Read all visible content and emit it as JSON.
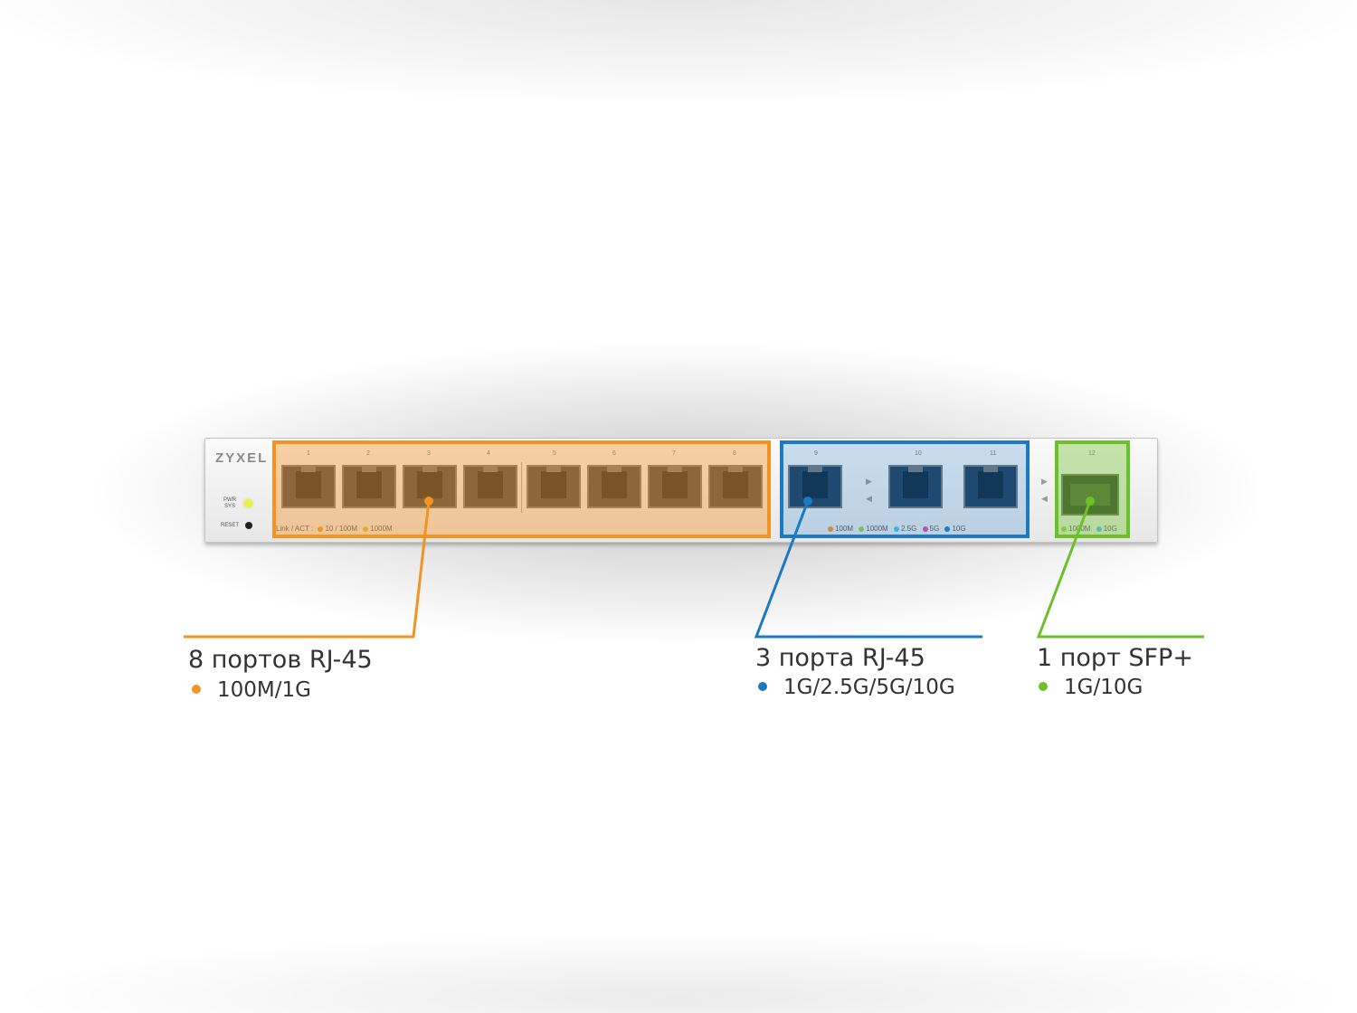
{
  "device": {
    "brand": "ZYXEL",
    "pwr_label": "PWR",
    "sys_label": "SYS",
    "reset_label": "RESET",
    "port_numbers": [
      "1",
      "2",
      "3",
      "4",
      "5",
      "6",
      "7",
      "8",
      "9",
      "10",
      "11",
      "12"
    ],
    "legend_rj45_1g": {
      "prefix": "Link / ACT :",
      "items": [
        "10 / 100M",
        "1000M"
      ]
    },
    "legend_rj45_10g": {
      "items": [
        "100M",
        "1000M",
        "2.5G",
        "5G",
        "10G"
      ]
    },
    "legend_sfp": {
      "items": [
        "1000M",
        "10G"
      ]
    }
  },
  "callouts": {
    "rj45_1g": {
      "title": "8 портов RJ-45",
      "speed": "100M/1G"
    },
    "rj45_10g": {
      "title": "3 порта RJ-45",
      "speed": "1G/2.5G/5G/10G"
    },
    "sfp": {
      "title": "1 порт SFP+",
      "speed": "1G/10G"
    }
  },
  "colors": {
    "orange": "#f39321",
    "blue": "#1b7ac2",
    "green": "#6cc02a",
    "led_yellow": "#e8f04a"
  }
}
